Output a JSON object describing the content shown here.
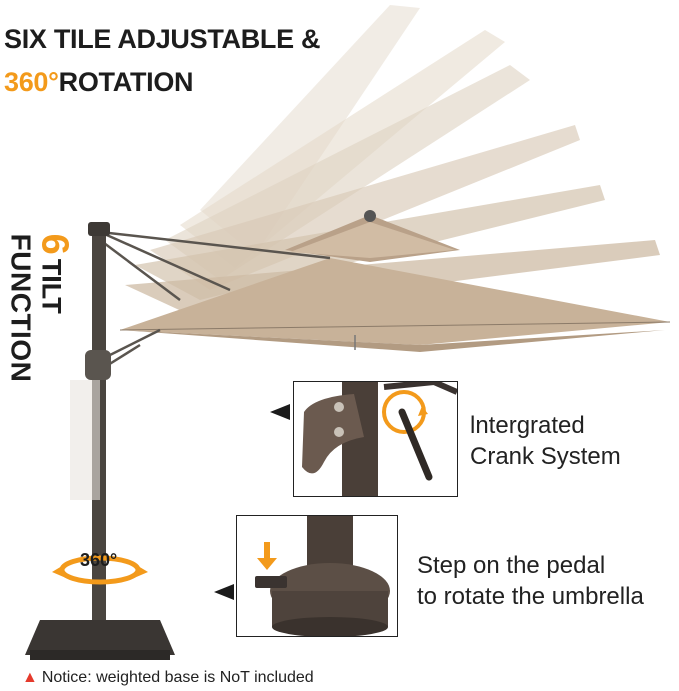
{
  "headline": {
    "line1": "SIX TILE ADJUSTABLE &",
    "line2_accent": "360°",
    "line2_rest": "ROTATION"
  },
  "tilt_label": {
    "number": "6",
    "word1": "TILT",
    "word2": "FUNCTION"
  },
  "rotation_badge": "360°",
  "callouts": {
    "crank_line1": "lntergrated",
    "crank_line2": "Crank System",
    "pedal_line1": "Step on the pedal",
    "pedal_line2": "to rotate the umbrella"
  },
  "notice": {
    "text": "Notice: weighted base is NoT included"
  },
  "colors": {
    "accent": "#f39a1b",
    "canopy": "#c8b299",
    "pole": "#4a4540",
    "warning": "#e53a2c"
  },
  "icons": {
    "warning": "warning-triangle-icon",
    "rotate": "rotate-arrow-icon",
    "pedal_arrow": "arrow-down-icon"
  }
}
